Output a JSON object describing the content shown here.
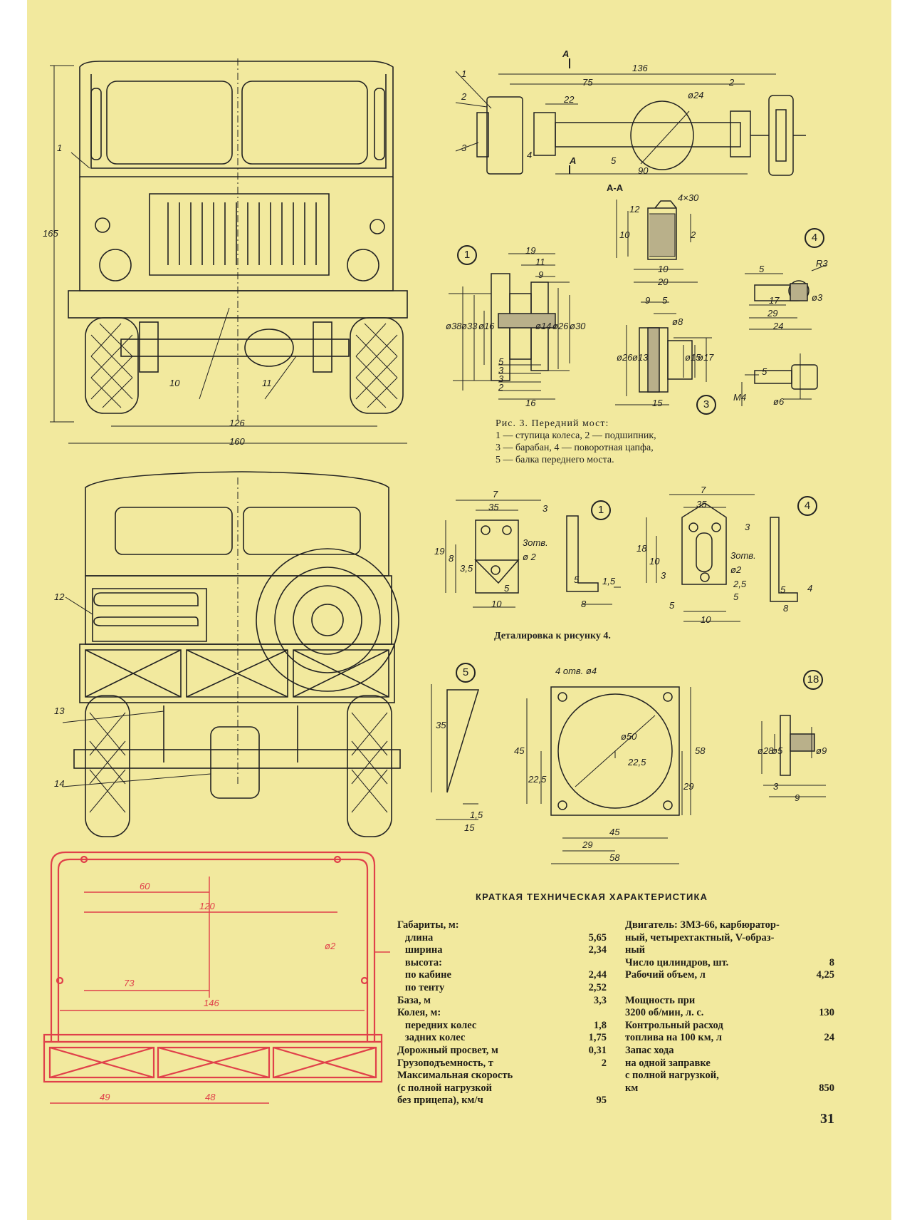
{
  "figure3": {
    "caption_title": "Рис. 3. Передний мост:",
    "caption_lines": [
      "1 — ступица колеса, 2 — подшипник,",
      "3 — барабан, 4 — поворотная цапфа,",
      "5 — балка переднего моста."
    ],
    "section_label": "А-А",
    "section_marks": [
      "А",
      "А"
    ],
    "dims": {
      "d136": "136",
      "d75": "75",
      "d22": "22",
      "d2": "2",
      "d90": "90",
      "d24": "ø24",
      "d4x30": "4×30",
      "d12": "12",
      "d10": "10",
      "d20": "20",
      "d2b": "2",
      "d19": "19",
      "d11": "11",
      "d9": "9",
      "d38": "ø38",
      "d33": "ø33",
      "d16": "ø16",
      "d14": "ø14",
      "d26": "ø26",
      "d30": "ø30",
      "d5": "5",
      "d3": "3",
      "d16b": "16",
      "d9b": "9",
      "d5b": "5",
      "d8": "ø8",
      "d26b": "ø26",
      "d13": "ø13",
      "d15": "ø15",
      "d17": "ø17",
      "d15b": "15",
      "r3": "R3",
      "d17b": "17",
      "d29": "29",
      "d24b": "24",
      "d3b": "ø3",
      "m4": "M4",
      "d6": "ø6"
    },
    "part_numbers": [
      "1",
      "2",
      "3",
      "4",
      "5",
      "10",
      "11",
      "1"
    ],
    "callouts": [
      "1",
      "3",
      "4"
    ]
  },
  "truck_dims": {
    "height": "165",
    "track": "126",
    "width": "160"
  },
  "figure4": {
    "caption": "Деталировка к рисунку 4.",
    "callouts": [
      "1",
      "4",
      "5",
      "18"
    ],
    "part_numbers": [
      "12",
      "13",
      "14"
    ],
    "dims": {
      "d7": "7",
      "d35": "35",
      "d3": "3",
      "d19": "19",
      "d8": "8",
      "d3_5": "3,5",
      "d2": "ø 2",
      "holes3": "3отв.",
      "d5": "5",
      "d10": "10",
      "d1_5": "1,5",
      "d7b": "7",
      "d35b": "35",
      "d3b": "3",
      "d18": "18",
      "d10b": "10",
      "d3c": "3",
      "holes3b": "3отв.",
      "d2b": "ø2",
      "d2_5": "2,5",
      "d5b": "5",
      "d5c": "5",
      "d10c": "10",
      "d8b": "8",
      "d4": "4",
      "d35c": "35",
      "d1_5b": "1,5",
      "d15": "15",
      "holes4": "4 отв. ø4",
      "d50": "ø50",
      "d45": "45",
      "d22_5": "22,5",
      "d22_5b": "22,5",
      "d58": "58",
      "d29": "29",
      "d45b": "45",
      "d29b": "29",
      "d58b": "58",
      "d28": "ø28",
      "d5d": "ø5",
      "d9": "ø9",
      "d3d": "3",
      "d9b": "9"
    }
  },
  "red_frame": {
    "dims": {
      "d60": "60",
      "d120": "120",
      "d2": "ø2",
      "d73": "73",
      "d146": "146",
      "d49": "49",
      "d48": "48"
    }
  },
  "specs": {
    "title": "КРАТКАЯ ТЕХНИЧЕСКАЯ ХАРАКТЕРИСТИКА",
    "left": [
      {
        "label": "Габариты, м:",
        "value": ""
      },
      {
        "label": "   длина",
        "value": "5,65"
      },
      {
        "label": "   ширина",
        "value": "2,34"
      },
      {
        "label": "   высота:",
        "value": ""
      },
      {
        "label": "   по кабине",
        "value": "2,44"
      },
      {
        "label": "   по тенту",
        "value": "2,52"
      },
      {
        "label": "База, м",
        "value": "3,3"
      },
      {
        "label": "Колея, м:",
        "value": ""
      },
      {
        "label": "   передних колес",
        "value": "1,8"
      },
      {
        "label": "   задних колес",
        "value": "1,75"
      },
      {
        "label": "Дорожный просвет, м",
        "value": "0,31"
      },
      {
        "label": "Грузоподъемность, т",
        "value": "2"
      },
      {
        "label": "Максимальная скорость",
        "value": ""
      },
      {
        "label": "(с полной нагрузкой",
        "value": ""
      },
      {
        "label": "без прицепа), км/ч",
        "value": "95"
      }
    ],
    "right": [
      {
        "label": "Двигатель: ЗМЗ-66, карбюратор-",
        "value": ""
      },
      {
        "label": "ный, четырехтактный, V-образ-",
        "value": ""
      },
      {
        "label": "ный",
        "value": ""
      },
      {
        "label": "Число цилиндров, шт.",
        "value": "8"
      },
      {
        "label": "Рабочий объем, л",
        "value": "4,25"
      },
      {
        "label": "",
        "value": ""
      },
      {
        "label": "Мощность при",
        "value": ""
      },
      {
        "label": "3200 об/мин, л. с.",
        "value": "130"
      },
      {
        "label": "Контрольный расход",
        "value": ""
      },
      {
        "label": "топлива на 100 км, л",
        "value": "24"
      },
      {
        "label": "Запас хода",
        "value": ""
      },
      {
        "label": "на одной заправке",
        "value": ""
      },
      {
        "label": "с полной нагрузкой,",
        "value": ""
      },
      {
        "label": "км",
        "value": "850"
      }
    ]
  },
  "page_number": "31",
  "colors": {
    "paper": "#f2e99e",
    "ink": "#1c1a14",
    "red_ink": "#e0404a"
  }
}
